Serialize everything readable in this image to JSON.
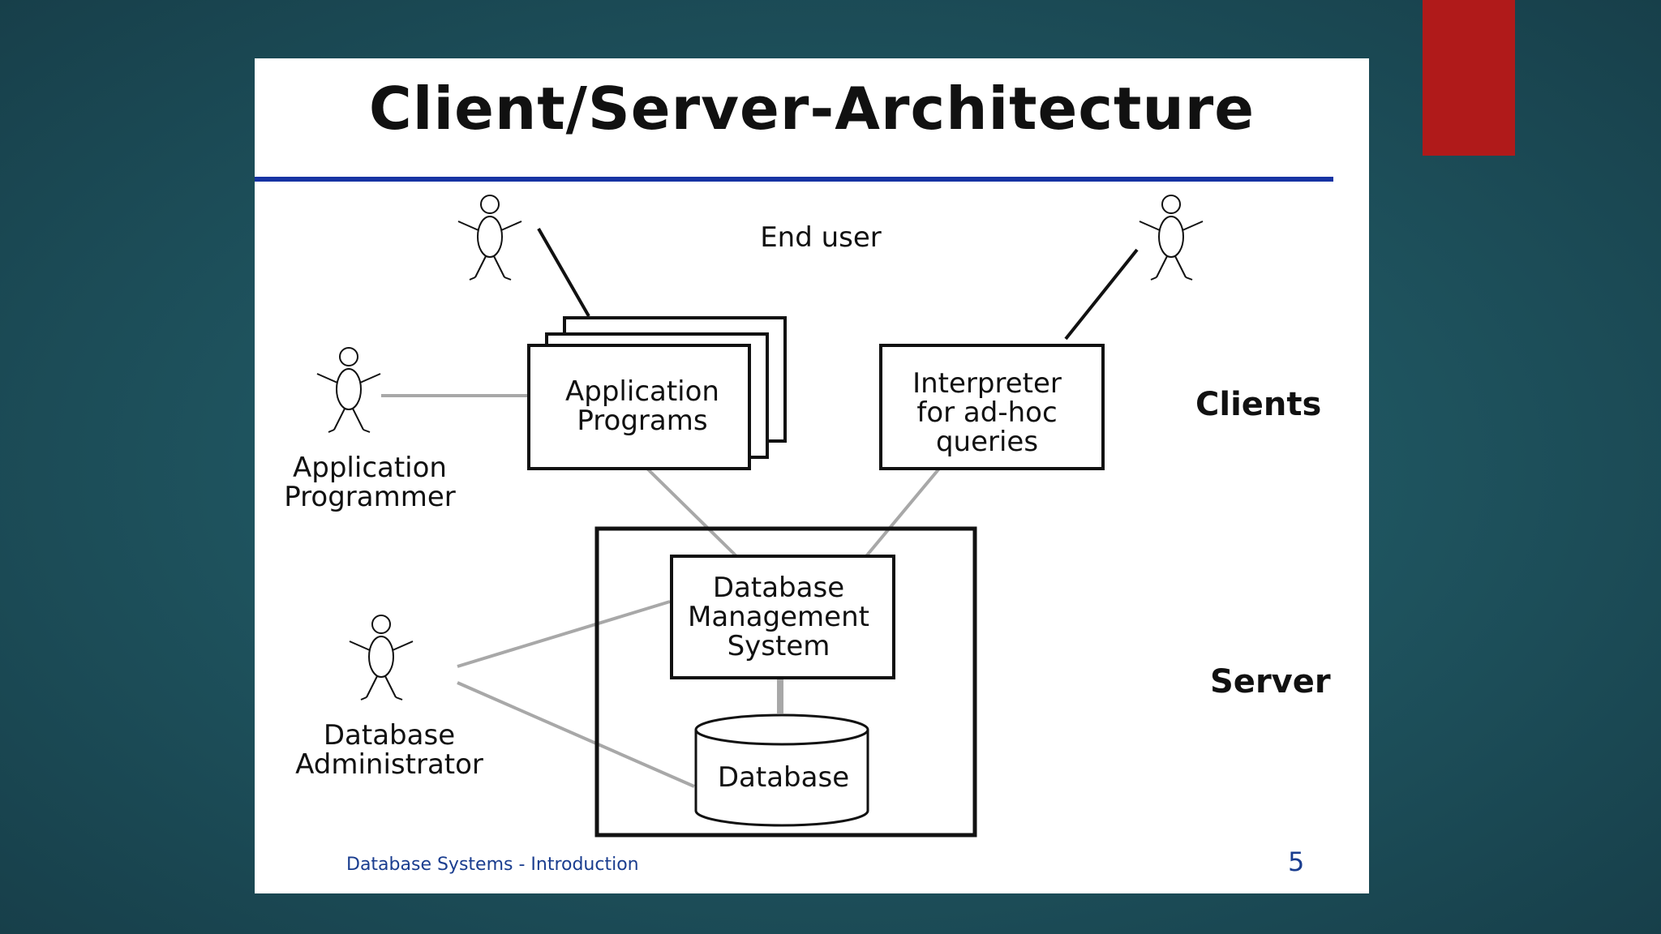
{
  "slide": {
    "title": "Client/Server-Architecture",
    "footer": "Database Systems - Introduction",
    "page_number": "5"
  },
  "diagram": {
    "end_user_label": "End user",
    "clients_label": "Clients",
    "server_label": "Server",
    "app_programs": [
      "Application",
      "Programs"
    ],
    "interpreter": [
      "Interpreter",
      "for ad-hoc",
      "queries"
    ],
    "dbms": [
      "Database",
      "Management",
      "System"
    ],
    "database": "Database",
    "app_programmer": [
      "Application",
      "Programmer"
    ],
    "db_admin": [
      "Database",
      "Administrator"
    ]
  },
  "colors": {
    "title_rule": "#1633a3",
    "accent_bar": "#b01a1a",
    "footer_text": "#1a3d8f",
    "connector_gray": "#a8a8a8"
  }
}
